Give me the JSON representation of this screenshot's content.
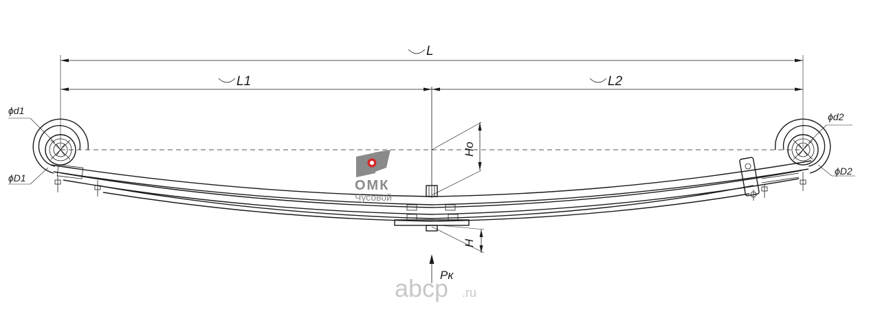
{
  "dimensions": {
    "total_length": "L",
    "left_length": "L1",
    "right_length": "L2",
    "free_height": "Ho",
    "loaded_height": "H",
    "load": "Pк",
    "left_eye_inner": "ϕd1",
    "left_eye_outer": "ϕD1",
    "right_eye_inner": "ϕd2",
    "right_eye_outer": "ϕD2",
    "arc_symbol": "◡"
  },
  "watermarks": {
    "brand_name": "ОМК",
    "brand_sub": "Чусовой",
    "site_name": "abcp",
    "site_tld": ".ru"
  },
  "colors": {
    "line": "#1a1a1a",
    "logo_gray": "#8a8a8a",
    "logo_red": "#d62828",
    "watermark_gray": "#c8c8c8"
  }
}
